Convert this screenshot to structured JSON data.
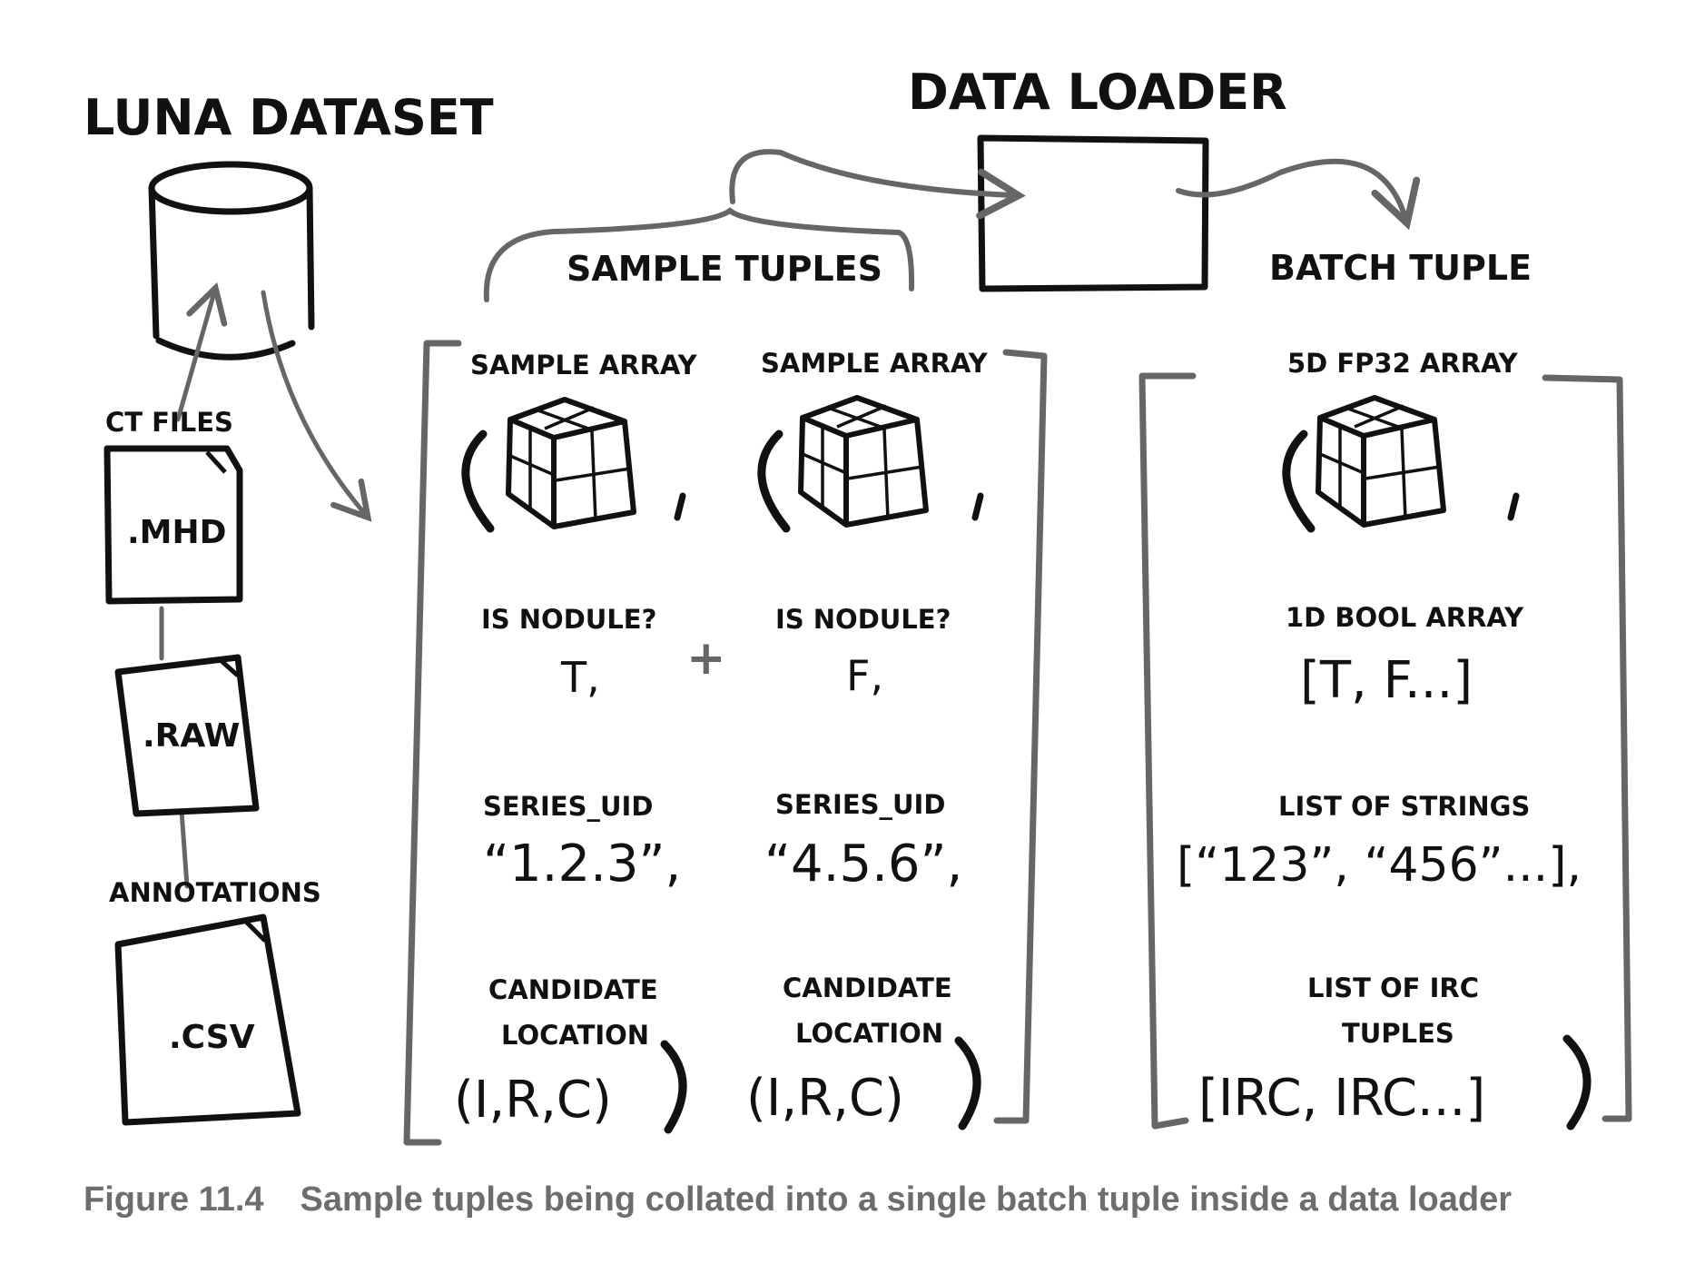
{
  "dataset": {
    "title": "LUNA DATASET",
    "ct_files_label": "CT FILES",
    "files": [
      ".MHD",
      ".RAW"
    ],
    "annotations_label": "ANNOTATIONS",
    "annotations_file": ".CSV"
  },
  "loader": {
    "title": "DATA LOADER"
  },
  "sample_tuples": {
    "label": "SAMPLE TUPLES",
    "plus": "+",
    "tuples": [
      {
        "array_label": "SAMPLE ARRAY",
        "nodule_label": "IS NODULE?",
        "nodule_value": "T,",
        "uid_label": "SERIES_UID",
        "uid_value": "“1.2.3”,",
        "loc_label_1": "CANDIDATE",
        "loc_label_2": "LOCATION",
        "loc_value": "(I,R,C)"
      },
      {
        "array_label": "SAMPLE ARRAY",
        "nodule_label": "IS NODULE?",
        "nodule_value": "F,",
        "uid_label": "SERIES_UID",
        "uid_value": "“4.5.6”,",
        "loc_label_1": "CANDIDATE",
        "loc_label_2": "LOCATION",
        "loc_value": "(I,R,C)"
      }
    ]
  },
  "batch_tuple": {
    "label": "BATCH TUPLE",
    "array_label": "5D FP32 ARRAY",
    "bool_label": "1D BOOL ARRAY",
    "bool_value": "[T, F...]",
    "strings_label": "LIST OF STRINGS",
    "strings_value": "[“123”, “456”...],",
    "irc_label_1": "LIST OF IRC",
    "irc_label_2": "TUPLES",
    "irc_value": "[IRC, IRC...]"
  },
  "caption": {
    "number": "Figure 11.4",
    "text": "Sample tuples being collated into a single batch tuple inside a data loader"
  }
}
